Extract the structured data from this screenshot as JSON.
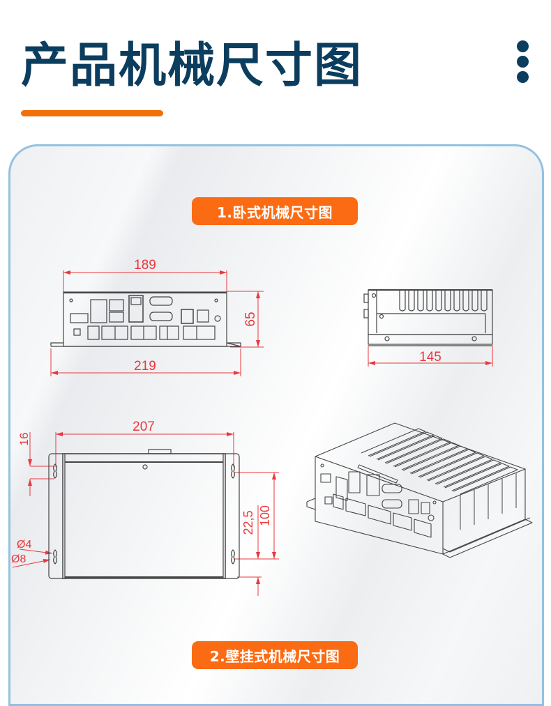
{
  "header": {
    "title": "产品机械尺寸图",
    "menu_icon": "vertical-dots-icon"
  },
  "colors": {
    "title": "#0b3d5e",
    "accent_orange": "#fa6b14",
    "underline": "#f26f0a",
    "panel_border": "#93c2e0",
    "dimension_red": "#e8383d",
    "drawing_line": "#4a4a4a"
  },
  "sections": [
    {
      "label": "1.卧式机械尺寸图",
      "views": {
        "front": {
          "top_width": "189",
          "bottom_width": "219",
          "height": "65"
        },
        "side": {
          "width": "145"
        }
      }
    },
    {
      "label": "2.壁挂式机械尺寸图",
      "views": {
        "top": {
          "width": "207",
          "hole_offset": "16",
          "hole_small_dia": "Ø4",
          "hole_large_dia": "Ø8",
          "offset_bottom": "22,5",
          "hole_spacing": "100"
        },
        "isometric": {
          "description": "3D view of fanless box PC with heatsink fins"
        }
      }
    }
  ]
}
